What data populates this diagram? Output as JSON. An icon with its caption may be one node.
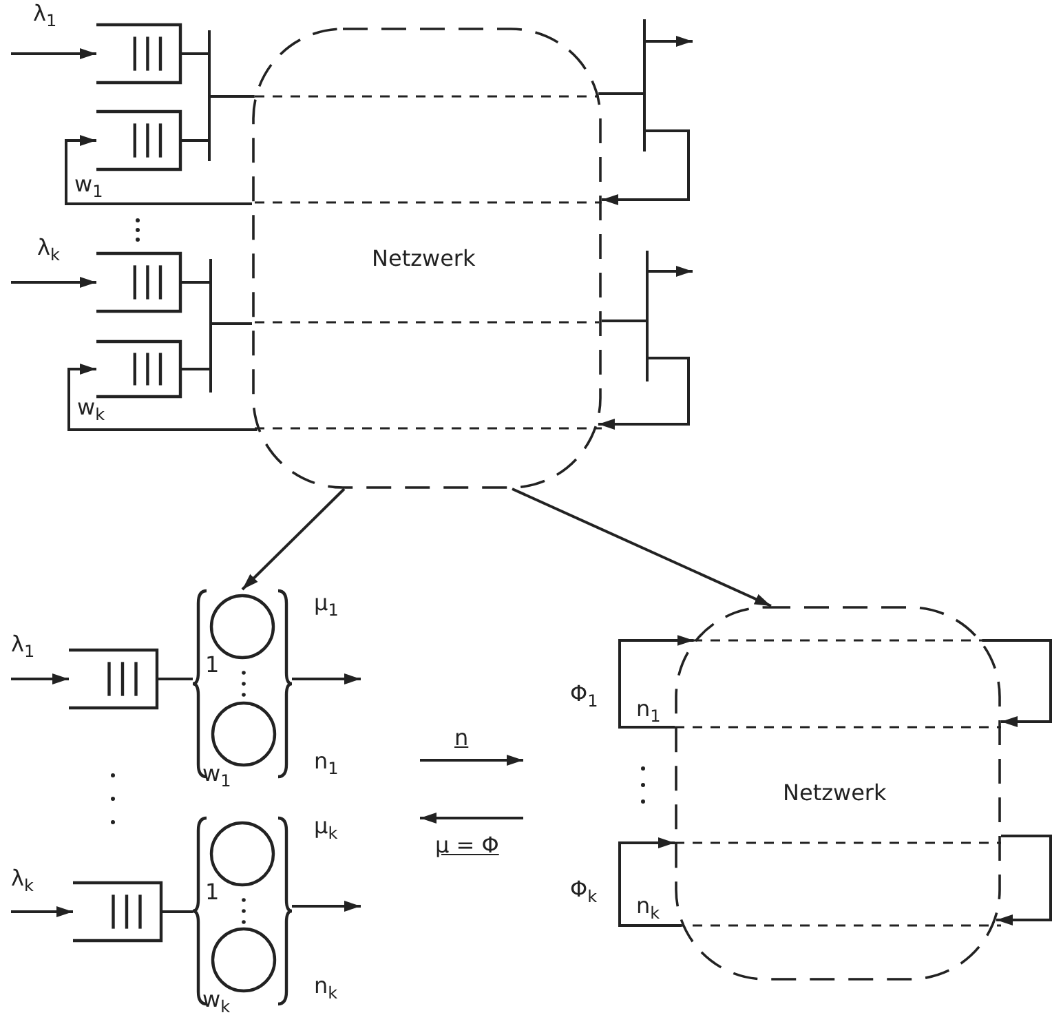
{
  "diagram": {
    "nodes": [
      {
        "text": [
          "Netzwerk"
        ]
      },
      {
        "text": [],
        "shape": "box"
      },
      {
        "text": [],
        "shape": "box"
      },
      {
        "text": [],
        "shape": "box"
      },
      {
        "text": [],
        "shape": "box"
      },
      {
        "text": [
          "Netzwerk"
        ]
      },
      {
        "text": [],
        "shape": "box"
      },
      {
        "text": [
          "1"
        ],
        "beside": [
          "μ$_{1}$",
          "w$_{1}$",
          "n$_{1}$"
        ]
      },
      {
        "text": [],
        "shape": "circle",
        "in": 7
      },
      {
        "text": [],
        "shape": "circle",
        "in": 7
      },
      {
        "text": [],
        "shape": "box"
      },
      {
        "text": [
          "1"
        ],
        "beside": [
          "μ$_{k}$",
          "w$_{k}$",
          "n$_{k}$"
        ]
      },
      {
        "text": [],
        "shape": "circle",
        "in": 11
      },
      {
        "text": [],
        "shape": "circle",
        "in": 11
      }
    ],
    "edges": [
      {
        "from": null,
        "to": 1,
        "arrow": "to",
        "label": "λ$_{1}$"
      },
      {
        "from": 1,
        "to": 0,
        "arrow": "none"
      },
      {
        "from": 2,
        "to": 0,
        "arrow": "none"
      },
      {
        "from": 0,
        "to": null,
        "arrow": "to"
      },
      {
        "from": 0,
        "to": 2,
        "arrow": "to",
        "label": "w$_{1}$"
      },
      {
        "from": null,
        "to": 3,
        "arrow": "to",
        "label": "λ$_{k}$"
      },
      {
        "from": 3,
        "to": 0,
        "arrow": "none"
      },
      {
        "from": 4,
        "to": 0,
        "arrow": "none"
      },
      {
        "from": 0,
        "to": null,
        "arrow": "to"
      },
      {
        "from": 0,
        "to": 4,
        "arrow": "to",
        "label": "w$_{k}$"
      },
      {
        "from": 0,
        "to": 7,
        "arrow": "to"
      },
      {
        "from": 0,
        "to": 5,
        "arrow": "to"
      },
      {
        "from": null,
        "to": 6,
        "arrow": "to",
        "label": "λ$_{1}$"
      },
      {
        "from": 6,
        "to": 7,
        "arrow": "none"
      },
      {
        "from": 7,
        "to": null,
        "arrow": "to"
      },
      {
        "from": null,
        "to": 10,
        "arrow": "to",
        "label": "λ$_{k}$"
      },
      {
        "from": 10,
        "to": 11,
        "arrow": "none"
      },
      {
        "from": 11,
        "to": null,
        "arrow": "to"
      },
      {
        "from": 5,
        "to": 5,
        "arrow": "to",
        "label": "Φ$_{1}$"
      },
      {
        "from": 5,
        "to": 5,
        "arrow": "to"
      },
      {
        "from": 5,
        "to": 5,
        "arrow": "to",
        "label": "Φ$_{k}$"
      },
      {
        "from": 5,
        "to": 5,
        "arrow": "to"
      },
      {
        "from": 0,
        "to": 0,
        "arrow": "to"
      },
      {
        "from": 0,
        "to": 0,
        "arrow": "to"
      }
    ],
    "labels": [
      "n",
      "μ = Φ",
      "n$_{1}$",
      "n$_{k}$"
    ]
  }
}
